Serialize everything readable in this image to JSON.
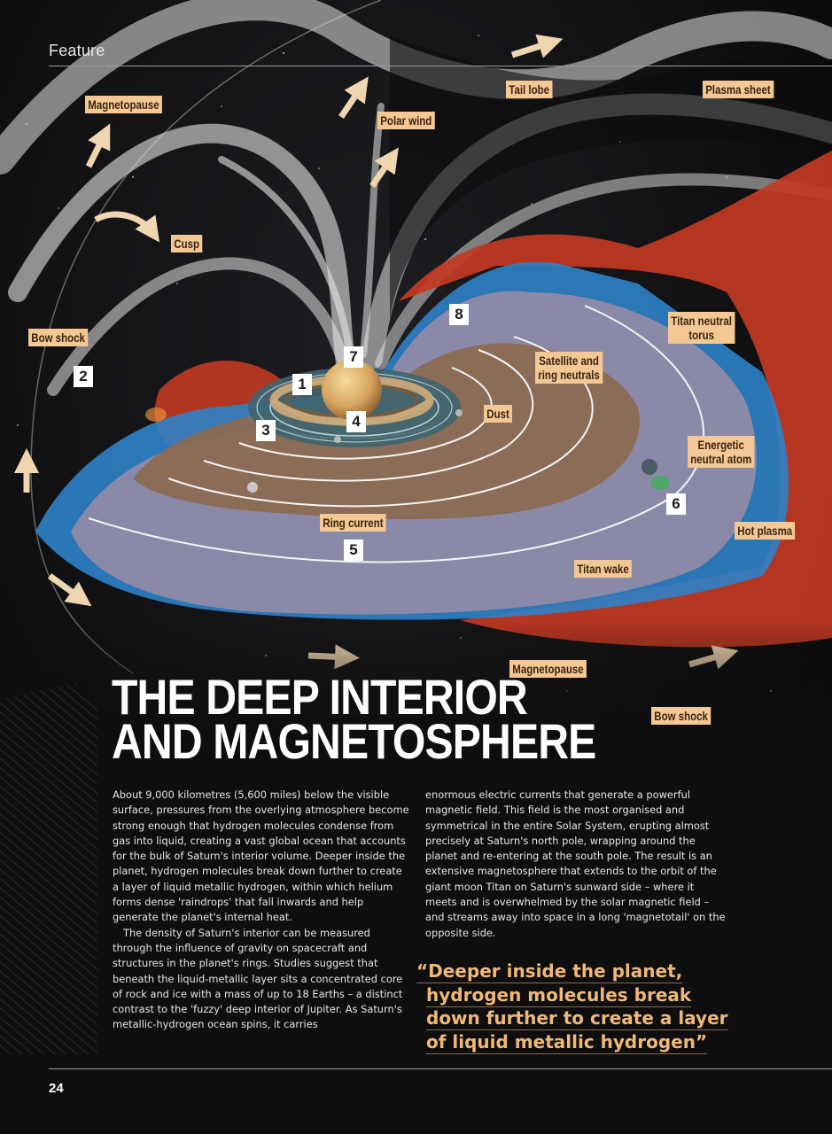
{
  "header": {
    "section": "Feature"
  },
  "diagram": {
    "labels": {
      "magnetopause_top": "Magnetopause",
      "polar_wind": "Polar wind",
      "tail_lobe": "Tail lobe",
      "plasma_sheet": "Plasma sheet",
      "cusp": "Cusp",
      "bow_shock_left": "Bow shock",
      "titan_neutral_torus": "Titan neutral\ntorus",
      "satellite_ring_neutrals": "Satellite and\nring neutrals",
      "dust": "Dust",
      "energetic_neutral_atom": "Energetic\nneutral atom",
      "ring_current": "Ring current",
      "hot_plasma": "Hot plasma",
      "titan_wake": "Titan wake",
      "magnetopause_bottom": "Magnetopause",
      "bow_shock_bottom": "Bow shock"
    },
    "numbers": [
      "1",
      "2",
      "3",
      "4",
      "5",
      "6",
      "7",
      "8"
    ]
  },
  "article": {
    "headline_line1": "THE DEEP INTERIOR",
    "headline_line2": "AND MAGNETOSPHERE",
    "paragraph1": "About 9,000 kilometres (5,600 miles) below the visible surface, pressures from the overlying atmosphere become strong enough that hydrogen molecules condense from gas into liquid, creating a vast global ocean that accounts for the bulk of Saturn's interior volume. Deeper inside the planet, hydrogen molecules break down further to create a layer of liquid metallic hydrogen, within which helium forms dense 'raindrops' that fall inwards and help generate the planet's internal heat.",
    "paragraph2": "The density of Saturn's interior can be measured through the influence of gravity on spacecraft and structures in the planet's rings. Studies suggest that beneath the liquid-metallic layer sits a concentrated core of rock and ice with a mass of up to 18 Earths – a distinct contrast to the 'fuzzy' deep interior of Jupiter. As Saturn's metallic-hydrogen ocean spins, it carries",
    "paragraph3": "enormous electric currents that generate a powerful magnetic field. This field is the most organised and symmetrical in the entire Solar System, erupting almost precisely at Saturn's north pole, wrapping around the planet and re-entering at the south pole. The result is an extensive magnetosphere that extends to the orbit of the giant moon Titan on Saturn's sunward side – where it meets and is overwhelmed by the solar magnetic field – and streams away into space in a long 'magnetotail' on the opposite side.",
    "pullquote": {
      "line1": "“Deeper inside the planet,",
      "line2": "hydrogen molecules break",
      "line3": "down further to create a layer",
      "line4": "of liquid metallic hydrogen”"
    }
  },
  "footer": {
    "page_number": "24"
  },
  "colors": {
    "background": "#0e0e0f",
    "label_fill": "#f3c894",
    "label_text": "#3a2412",
    "hot_plasma": "#c23a22",
    "plasma_blue": "#2f82c8",
    "torus_purple": "#8f8aa8",
    "ring_brown": "#8a6a52",
    "pullquote": "#f0b878"
  }
}
